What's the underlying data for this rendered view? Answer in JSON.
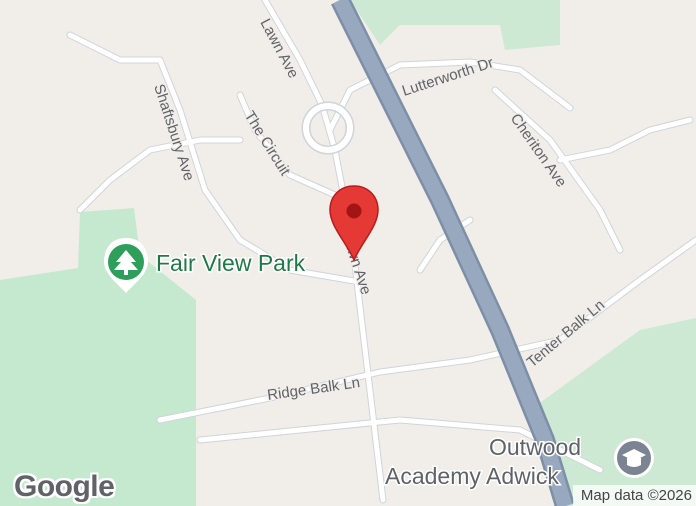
{
  "map": {
    "streets": {
      "lawn_ave_north": "Lawn Ave",
      "lawn_ave_south": "Lawn Ave",
      "lutterworth_dr": "Lutterworth Dr",
      "shaftsbury_ave": "Shaftsbury Ave",
      "the_circuit": "The Circuit",
      "cheriton_ave": "Cheriton Ave",
      "tenter_balk_ln": "Tenter Balk Ln",
      "ridge_balk_ln": "Ridge Balk Ln"
    },
    "places": {
      "park": {
        "name": "Fair View Park",
        "icon": "park-tree-icon"
      },
      "school": {
        "line1": "Outwood",
        "line2": "Academy Adwick",
        "icon": "school-cap-icon"
      }
    },
    "marker": {
      "icon": "location-pin-icon",
      "color": "#e53935"
    },
    "colors": {
      "land": "#f1eeea",
      "park": "#c4e9cf",
      "road": "#ffffff",
      "road_edge": "#cfd4da",
      "motorway": "#8ea0b8",
      "park_text": "#1e7a44"
    }
  },
  "branding": {
    "logo": "Google",
    "attribution": "Map data ©2026"
  }
}
